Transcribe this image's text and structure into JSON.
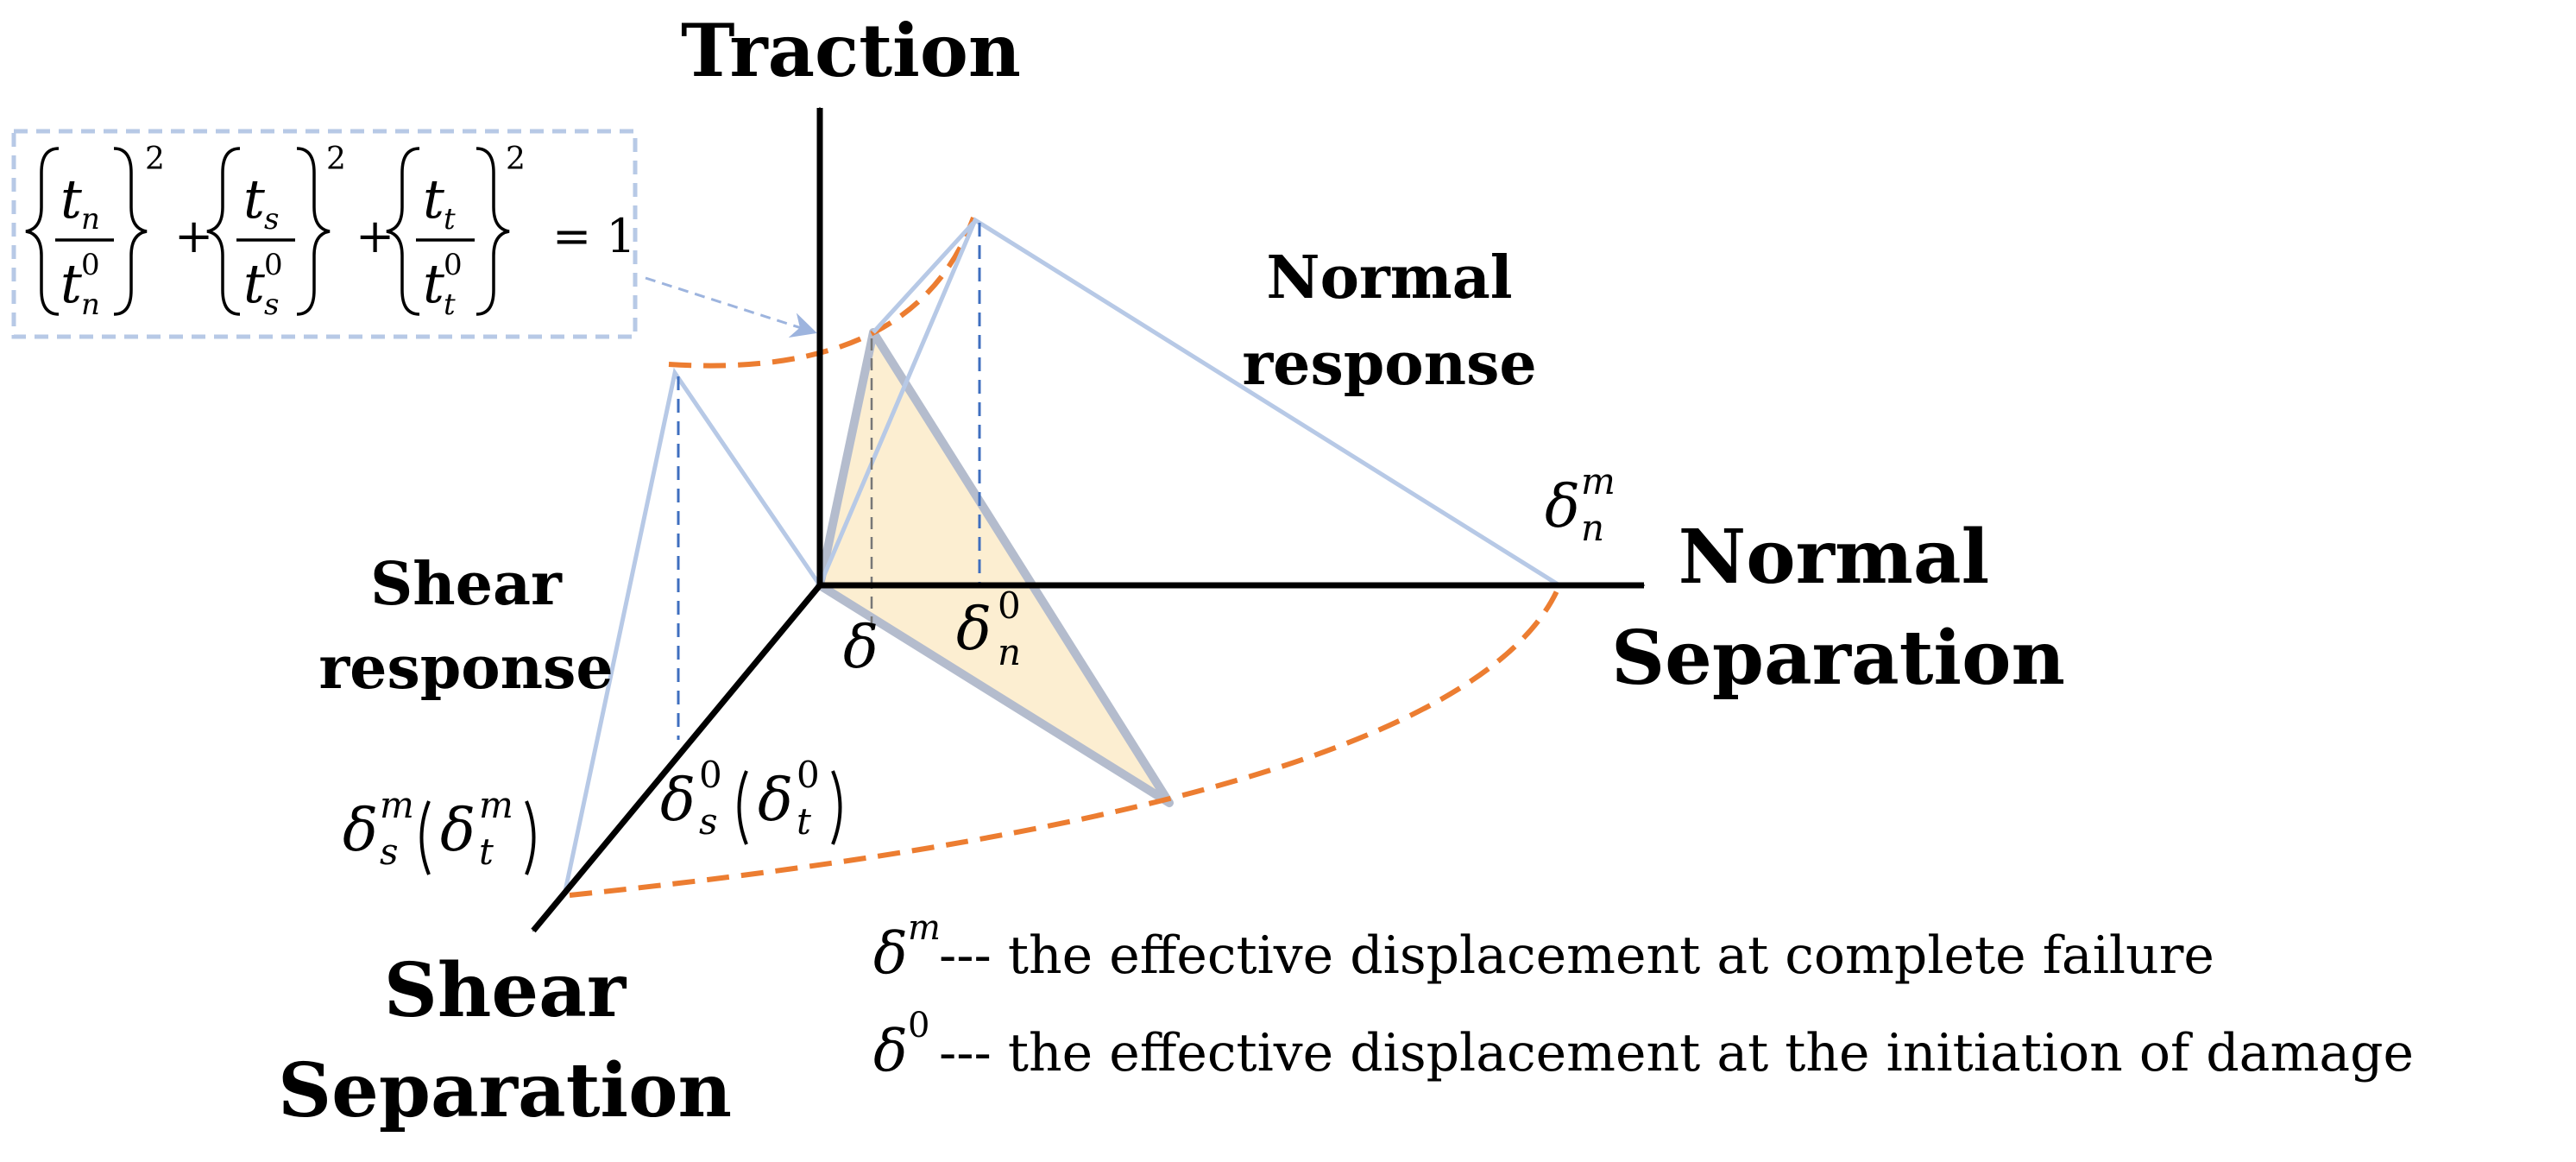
{
  "colors": {
    "axis": "#000000",
    "response_line": "#b7c9e6",
    "dashed_vertical": "#3f6fbf",
    "envelope_arc": "#ec7d31",
    "triangle_fill": "#fcebc9",
    "triangle_edge": "#b4bccd",
    "formula_box": "#b7c9e6"
  },
  "axes": {
    "traction": "Traction",
    "normal_line1": "Normal",
    "normal_line2": "Separation",
    "shear_line1": "Shear",
    "shear_line2": "Separation"
  },
  "responses": {
    "normal_line1": "Normal",
    "normal_line2": "response",
    "shear_line1": "Shear",
    "shear_line2": "response"
  },
  "formula": {
    "t_n": "t",
    "sub_n": "n",
    "t_s": "t",
    "sub_s": "s",
    "t_t": "t",
    "sub_t": "t",
    "sup_zero": "0",
    "power": "2",
    "plus": "+",
    "equals": "= 1"
  },
  "symbols": {
    "delta": "δ",
    "sub_n": "n",
    "sub_s": "s",
    "sub_t": "t",
    "sup_m": "m",
    "sup_0": "0"
  },
  "legend": {
    "item1_sup": "m",
    "item1_text": "--- the effective displacement at complete failure",
    "item2_sup": "0",
    "item2_text": "--- the effective displacement at the initiation of damage"
  }
}
